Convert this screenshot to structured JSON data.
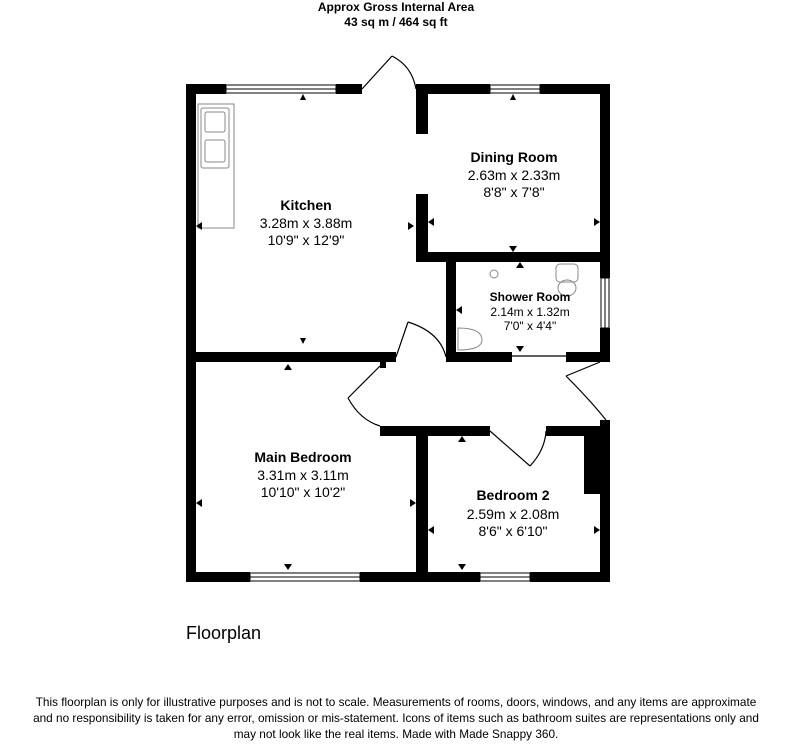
{
  "header": {
    "title": "Approx Gross Internal Area",
    "area": "43 sq m / 464 sq ft"
  },
  "rooms": [
    {
      "name": "Kitchen",
      "metric": "3.28m x 3.88m",
      "imperial": "10'9\" x 12'9\""
    },
    {
      "name": "Dining Room",
      "metric": "2.63m x 2.33m",
      "imperial": "8'8\" x 7'8\""
    },
    {
      "name": "Shower Room",
      "metric": "2.14m x 1.32m",
      "imperial": "7'0\" x 4'4\""
    },
    {
      "name": "Main Bedroom",
      "metric": "3.31m x 3.11m",
      "imperial": "10'10\" x 10'2\""
    },
    {
      "name": "Bedroom 2",
      "metric": "2.59m x 2.08m",
      "imperial": "8'6\" x 6'10\""
    }
  ],
  "floor_label": "Floorplan",
  "disclaimer": [
    "This floorplan is only for illustrative purposes and is not to scale. Measurements of rooms, doors, windows, and any items are approximate",
    "and no responsibility is taken for any error, omission or mis-statement. Icons of items such as bathroom suites are representations only and",
    "may not look like the real items. Made with Made Snappy 360."
  ],
  "colors": {
    "wall": "#000000",
    "background": "#ffffff"
  }
}
